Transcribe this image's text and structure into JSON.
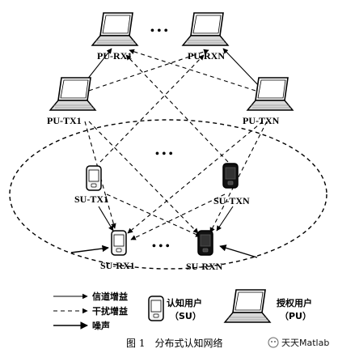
{
  "nodes": {
    "pu_rx1": "PU-RX1",
    "pu_rxn": "PU-RXN",
    "pu_tx1": "PU-TX1",
    "pu_txn": "PU-TXN",
    "su_tx1": "SU-TX1",
    "su_txn": "SU-TXN",
    "su_rx1": "SU-RX1",
    "su_rxn": "SU-RXN"
  },
  "ellipsis": "• • •",
  "legend": {
    "channel_gain": "信道增益",
    "interference_gain": "干扰增益",
    "noise": "噪声",
    "su_label": "认知用户",
    "su_abbr": "（SU）",
    "pu_label": "授权用户",
    "pu_abbr": "（PU）"
  },
  "caption": "图 1　分布式认知网络",
  "watermark": "天天Matlab"
}
